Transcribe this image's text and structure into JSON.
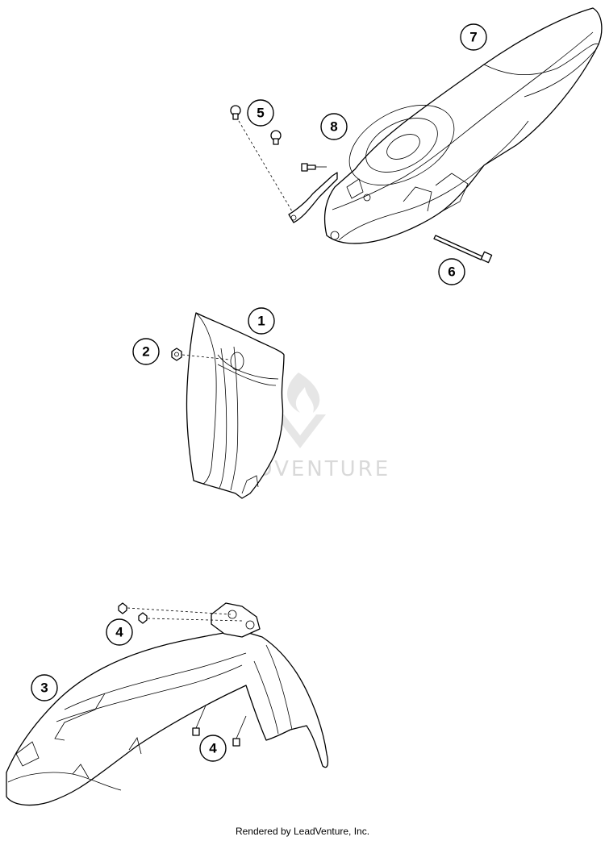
{
  "watermark": {
    "text": "LEADVENTURE"
  },
  "footer": {
    "text": "Rendered by LeadVenture, Inc."
  },
  "callouts": [
    {
      "id": "1",
      "label": "1"
    },
    {
      "id": "2",
      "label": "2"
    },
    {
      "id": "3",
      "label": "3"
    },
    {
      "id": "4",
      "label": "4"
    },
    {
      "id": "4b",
      "label": "4"
    },
    {
      "id": "5",
      "label": "5"
    },
    {
      "id": "6",
      "label": "6"
    },
    {
      "id": "7",
      "label": "7"
    },
    {
      "id": "8",
      "label": "8"
    }
  ]
}
